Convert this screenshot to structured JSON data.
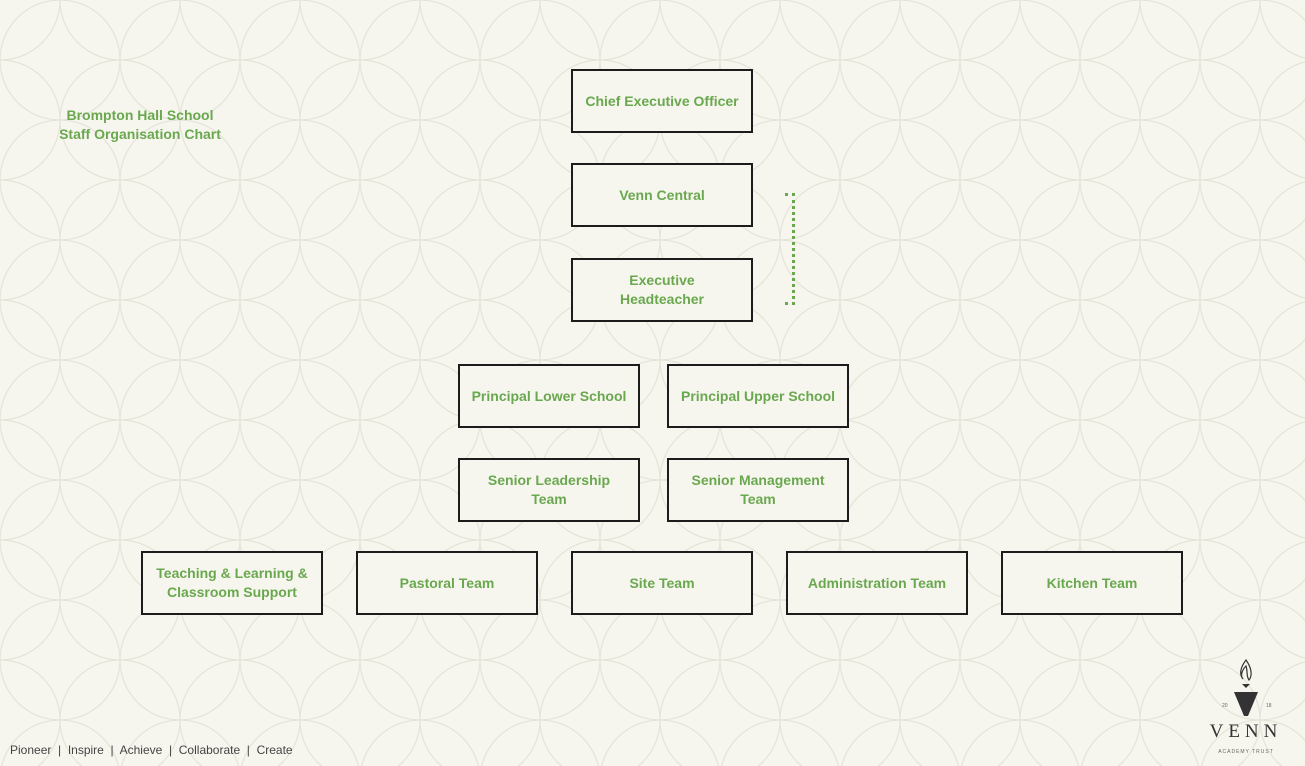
{
  "title": {
    "line1": "Brompton Hall School",
    "line2": "Staff Organisation Chart"
  },
  "boxes": {
    "ceo": "Chief Executive Officer",
    "venn_central": "Venn Central",
    "exec_head": "Executive\nHeadteacher",
    "principal_lower": "Principal Lower School",
    "principal_upper": "Principal Upper School",
    "slt": "Senior Leadership\nTeam",
    "smt": "Senior Management\nTeam",
    "teaching": "Teaching & Learning &\nClassroom Support",
    "pastoral": "Pastoral  Team",
    "site": "Site Team",
    "admin": "Administration Team",
    "kitchen": "Kitchen Team"
  },
  "footer": "Pioneer  |  Inspire  |  Achieve  |  Collaborate  |  Create",
  "logo": {
    "word": "VENN",
    "sub": "ACADEMY TRUST",
    "year_left": "20",
    "year_right": "18"
  },
  "colors": {
    "accent": "#6aa84f",
    "border": "#1c1c1c",
    "background": "#f6f6ee"
  }
}
